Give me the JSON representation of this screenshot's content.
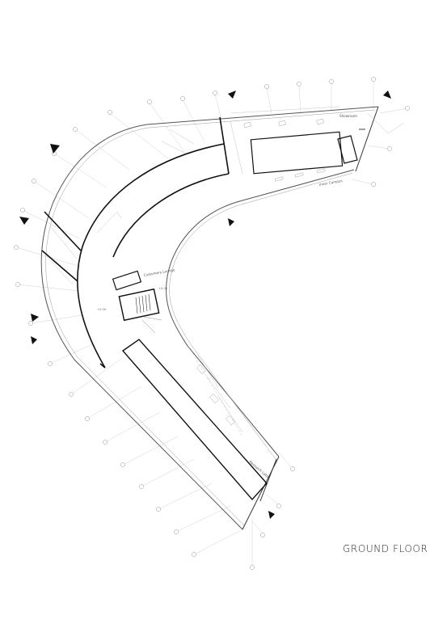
{
  "drawing": {
    "title": "GROUND FLOOR",
    "rooms": {
      "showroom": "Showroom",
      "inner_campus": "Inner Campus",
      "customers_lounge": "Customers Lounge",
      "research_labs": "Research Labs"
    },
    "levels": {
      "level_a": "+0.00",
      "level_b": "+0.00"
    }
  }
}
